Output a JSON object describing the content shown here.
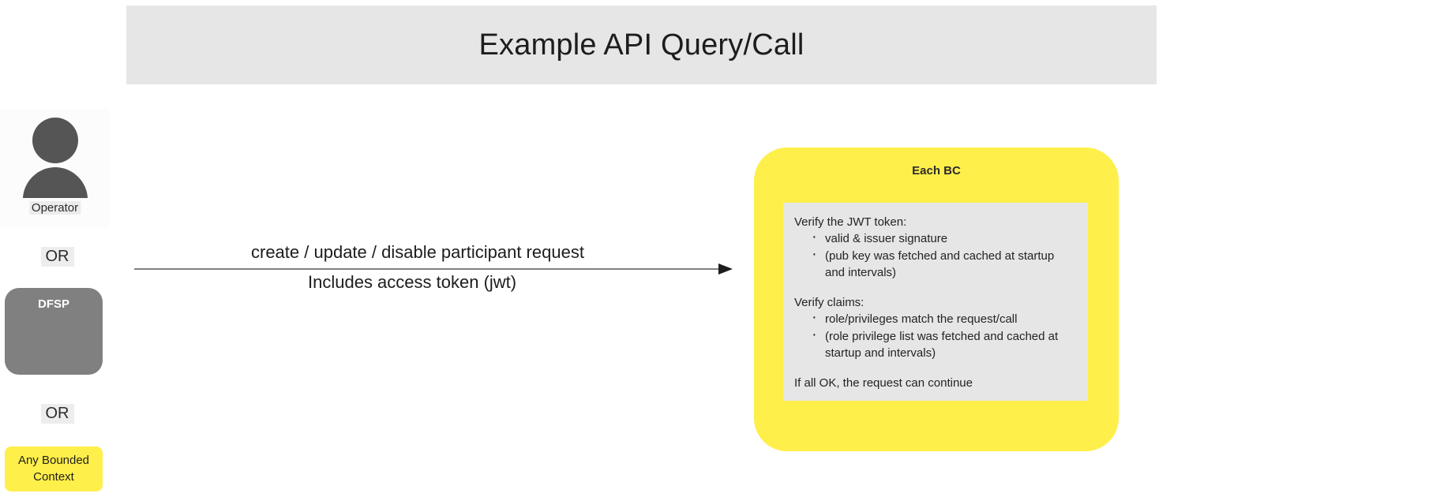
{
  "header": {
    "title": "Example API Query/Call",
    "background": "#e6e6e6"
  },
  "actors": {
    "operator": {
      "label": "Operator",
      "icon": "person-avatar-icon",
      "color": "#555555"
    },
    "or_1": "OR",
    "dfsp": {
      "label": "DFSP",
      "color": "#808080"
    },
    "or_2": "OR",
    "bounded_context": {
      "label": "Any Bounded Context",
      "color": "#ffef4a"
    }
  },
  "flow": {
    "label_top": "create / update / disable participant request",
    "label_bottom": "Includes access token (jwt)",
    "direction": "left-to-right",
    "line_color": "#808080"
  },
  "each_bc": {
    "title": "Each BC",
    "panel_color": "#ffef4a",
    "note_background": "#e6e6e6",
    "note": {
      "jwt_heading": "Verify the JWT token:",
      "jwt_items": [
        "valid & issuer signature",
        "(pub key was fetched and cached at startup and intervals)"
      ],
      "claims_heading": "Verify claims:",
      "claims_items": [
        "role/privileges match the request/call",
        "(role privilege list was fetched and cached at startup and intervals)"
      ],
      "footer": "If all OK, the request can continue"
    }
  }
}
